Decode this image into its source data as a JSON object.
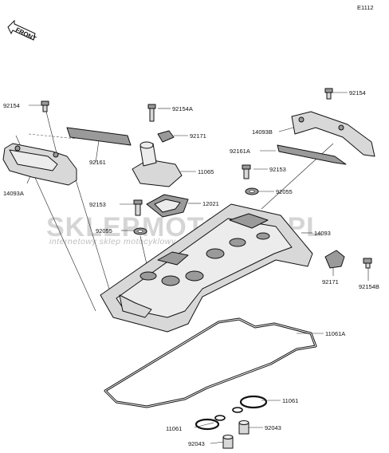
{
  "diagram": {
    "code": "E1112",
    "front_label": "FRONT",
    "watermark": {
      "brand_left": "SKLEP",
      "brand_mid": "MOTO",
      "brand_right": "24",
      "brand_tld": ".PL",
      "tagline": "internetowy sklep motocyklowy",
      "colors": {
        "gray": "#c8c8c8",
        "red": "#e8b0b0"
      }
    },
    "labels": {
      "p92154_left": "92154",
      "p14093a": "14093A",
      "p92161": "92161",
      "p92154a": "92154A",
      "p92171_top": "92171",
      "p11065": "11065",
      "p92153_left": "92153",
      "p12021": "12021",
      "p92055_left": "92055",
      "p92154_right": "92154",
      "p14093b": "14093B",
      "p92161a": "92161A",
      "p92153_right": "92153",
      "p92055_right": "92055",
      "p14093": "14093",
      "p92171_right": "92171",
      "p92154b": "92154B",
      "p11061a": "11061A",
      "p11061_right": "11061",
      "p11061_left": "11061",
      "p92043_right": "92043",
      "p92043_left": "92043"
    }
  }
}
